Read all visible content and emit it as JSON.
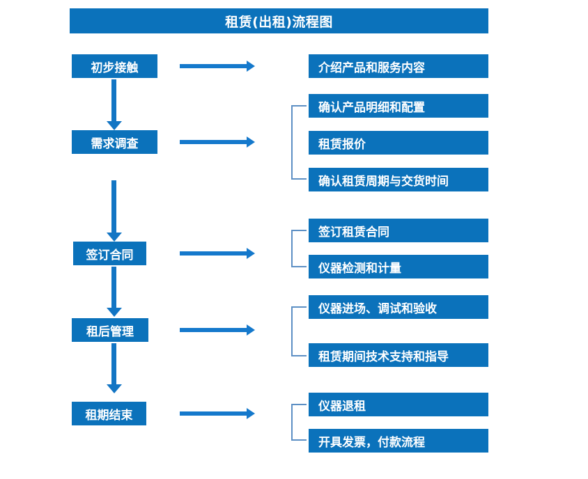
{
  "diagram": {
    "title": "租赁(出租)流程图",
    "colors": {
      "box_blue": "#0b72bb",
      "arrow_blue": "#1579cc",
      "bracket_blue": "#5c8fc4",
      "text_white": "#ffffff",
      "background": "#ffffff"
    },
    "stages": [
      {
        "label": "初步接触",
        "details": [
          "介绍产品和服务内容"
        ]
      },
      {
        "label": "需求调查",
        "details": [
          "确认产品明细和配置",
          "租赁报价",
          "确认租赁周期与交货时间"
        ]
      },
      {
        "label": "签订合同",
        "details": [
          "签订租赁合同",
          "仪器检测和计量"
        ]
      },
      {
        "label": "租后管理",
        "details": [
          "仪器进场、调试和验收",
          "租赁期间技术支持和指导"
        ]
      },
      {
        "label": "租期结束",
        "details": [
          "仪器退租",
          "开具发票，付款流程"
        ]
      }
    ]
  }
}
